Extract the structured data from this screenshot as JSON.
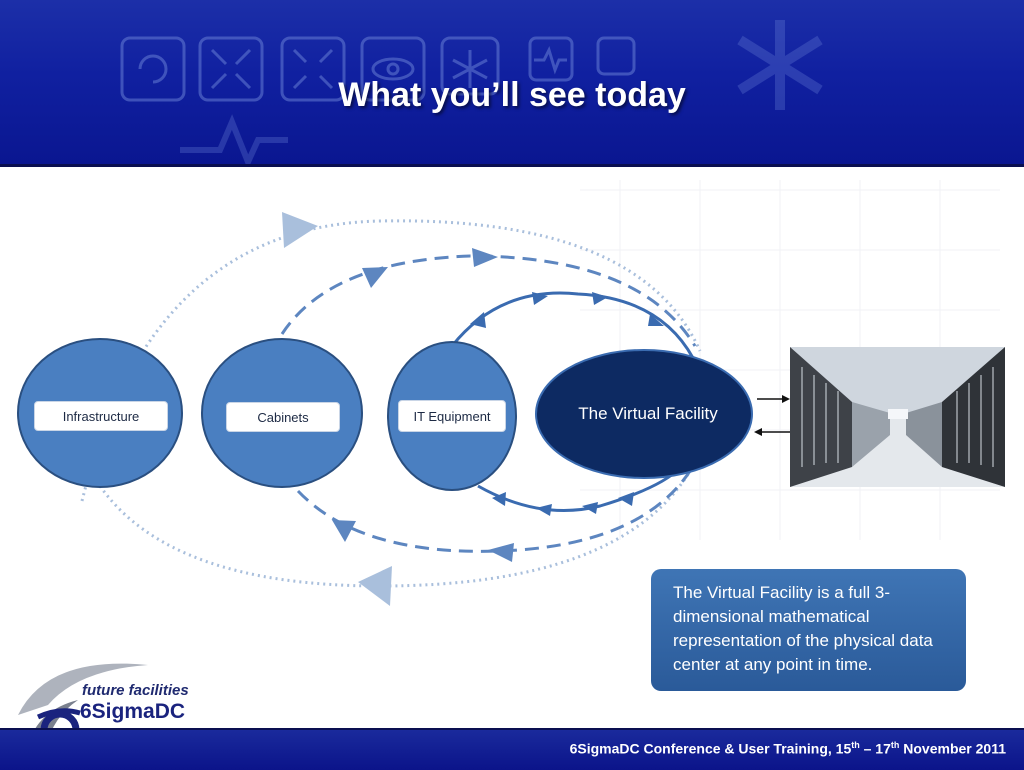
{
  "title": "What you’ll see today",
  "nodes": {
    "infrastructure": "Infrastructure",
    "cabinets": "Cabinets",
    "it_equipment": "IT Equipment",
    "virtual_facility": "The Virtual Facility"
  },
  "description": "The Virtual Facility is a full 3-dimensional mathematical representation of the physical data center at any point in time.",
  "footer": {
    "prefix": "6SigmaDC Conference & User Training, 15",
    "sup1": "th",
    "middle": " – 17",
    "sup2": "th",
    "suffix": " November 2011"
  },
  "logo": {
    "tagline": "future facilities",
    "brand": "6SigmaDC"
  },
  "colors": {
    "header": "#1020a0",
    "node_fill": "#4a7fc1",
    "node_dark": "#0d2a62",
    "description_box": "#3566a8",
    "arrow_light": "#a9bfdc",
    "arrow_mid": "#5d86c0",
    "arrow_dark": "#3a6bb0"
  }
}
